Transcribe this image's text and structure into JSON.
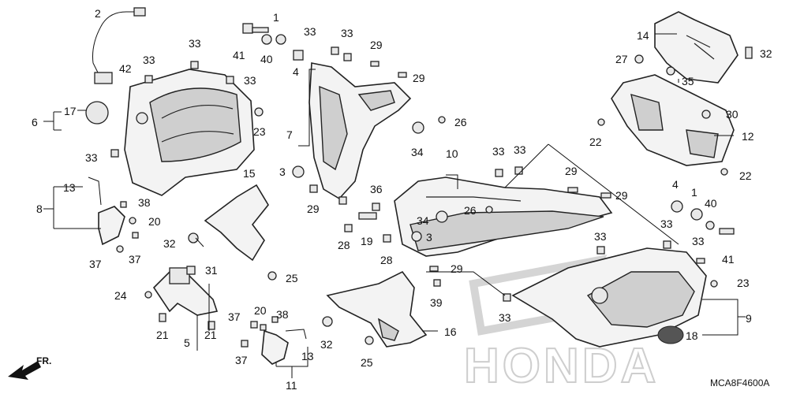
{
  "diagram": {
    "code": "MCA8F4600A",
    "direction_label": "FR.",
    "watermark": "HONDA",
    "callouts": {
      "c1a": "1",
      "c2": "2",
      "c3a": "3",
      "c4a": "4",
      "c5": "5",
      "c6": "6",
      "c7": "7",
      "c8": "8",
      "c9": "9",
      "c10": "10",
      "c11": "11",
      "c12": "12",
      "c13a": "13",
      "c13b": "13",
      "c14": "14",
      "c15": "15",
      "c16": "16",
      "c17": "17",
      "c18": "18",
      "c19": "19",
      "c20a": "20",
      "c20b": "20",
      "c21a": "21",
      "c21b": "21",
      "c22a": "22",
      "c22b": "22",
      "c23a": "23",
      "c23b": "23",
      "c24": "24",
      "c25a": "25",
      "c25b": "25",
      "c26a": "26",
      "c26b": "26",
      "c27": "27",
      "c28a": "28",
      "c28b": "28",
      "c29a": "29",
      "c29b": "29",
      "c29c": "29",
      "c29d": "29",
      "c29e": "29",
      "c29f": "29",
      "c30": "30",
      "c31": "31",
      "c32a": "32",
      "c32b": "32",
      "c32c": "32",
      "c33a": "33",
      "c33b": "33",
      "c33c": "33",
      "c33d": "33",
      "c33e": "33",
      "c33f": "33",
      "c33g": "33",
      "c33h": "33",
      "c33i": "33",
      "c33j": "33",
      "c33k": "33",
      "c33l": "33",
      "c34a": "34",
      "c34b": "34",
      "c35": "35",
      "c36": "36",
      "c37a": "37",
      "c37b": "37",
      "c37c": "37",
      "c37d": "37",
      "c38a": "38",
      "c38b": "38",
      "c39": "39",
      "c40a": "40",
      "c40b": "40",
      "c41a": "41",
      "c41b": "41",
      "c42": "42",
      "c3b": "3",
      "c1b": "1",
      "c4b": "4"
    }
  }
}
